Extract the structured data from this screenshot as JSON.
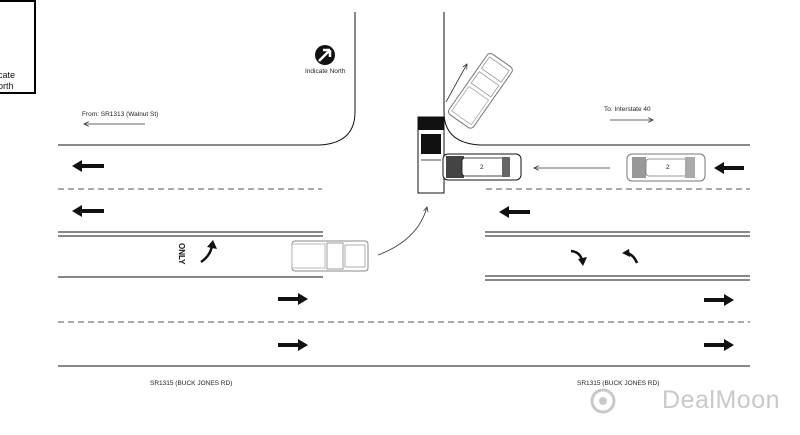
{
  "legend": {
    "line1": "cate",
    "line2": "orth"
  },
  "compass": {
    "label": "Indicate North",
    "icon": "north-arrow-icon"
  },
  "labels": {
    "from": "From: SR1313 (Walnut St)",
    "to": "To: Interstate 40",
    "road_left": "SR1315 (BUCK JONES RD)",
    "road_right": "SR1315 (BUCK JONES RD)",
    "only": "ONLY"
  },
  "vehicles": {
    "v1": "2",
    "v2": "2"
  },
  "watermark": {
    "text": "DealMoon"
  },
  "colors": {
    "line": "#111111",
    "dash": "#555555",
    "watermark": "#c9c9c9"
  }
}
